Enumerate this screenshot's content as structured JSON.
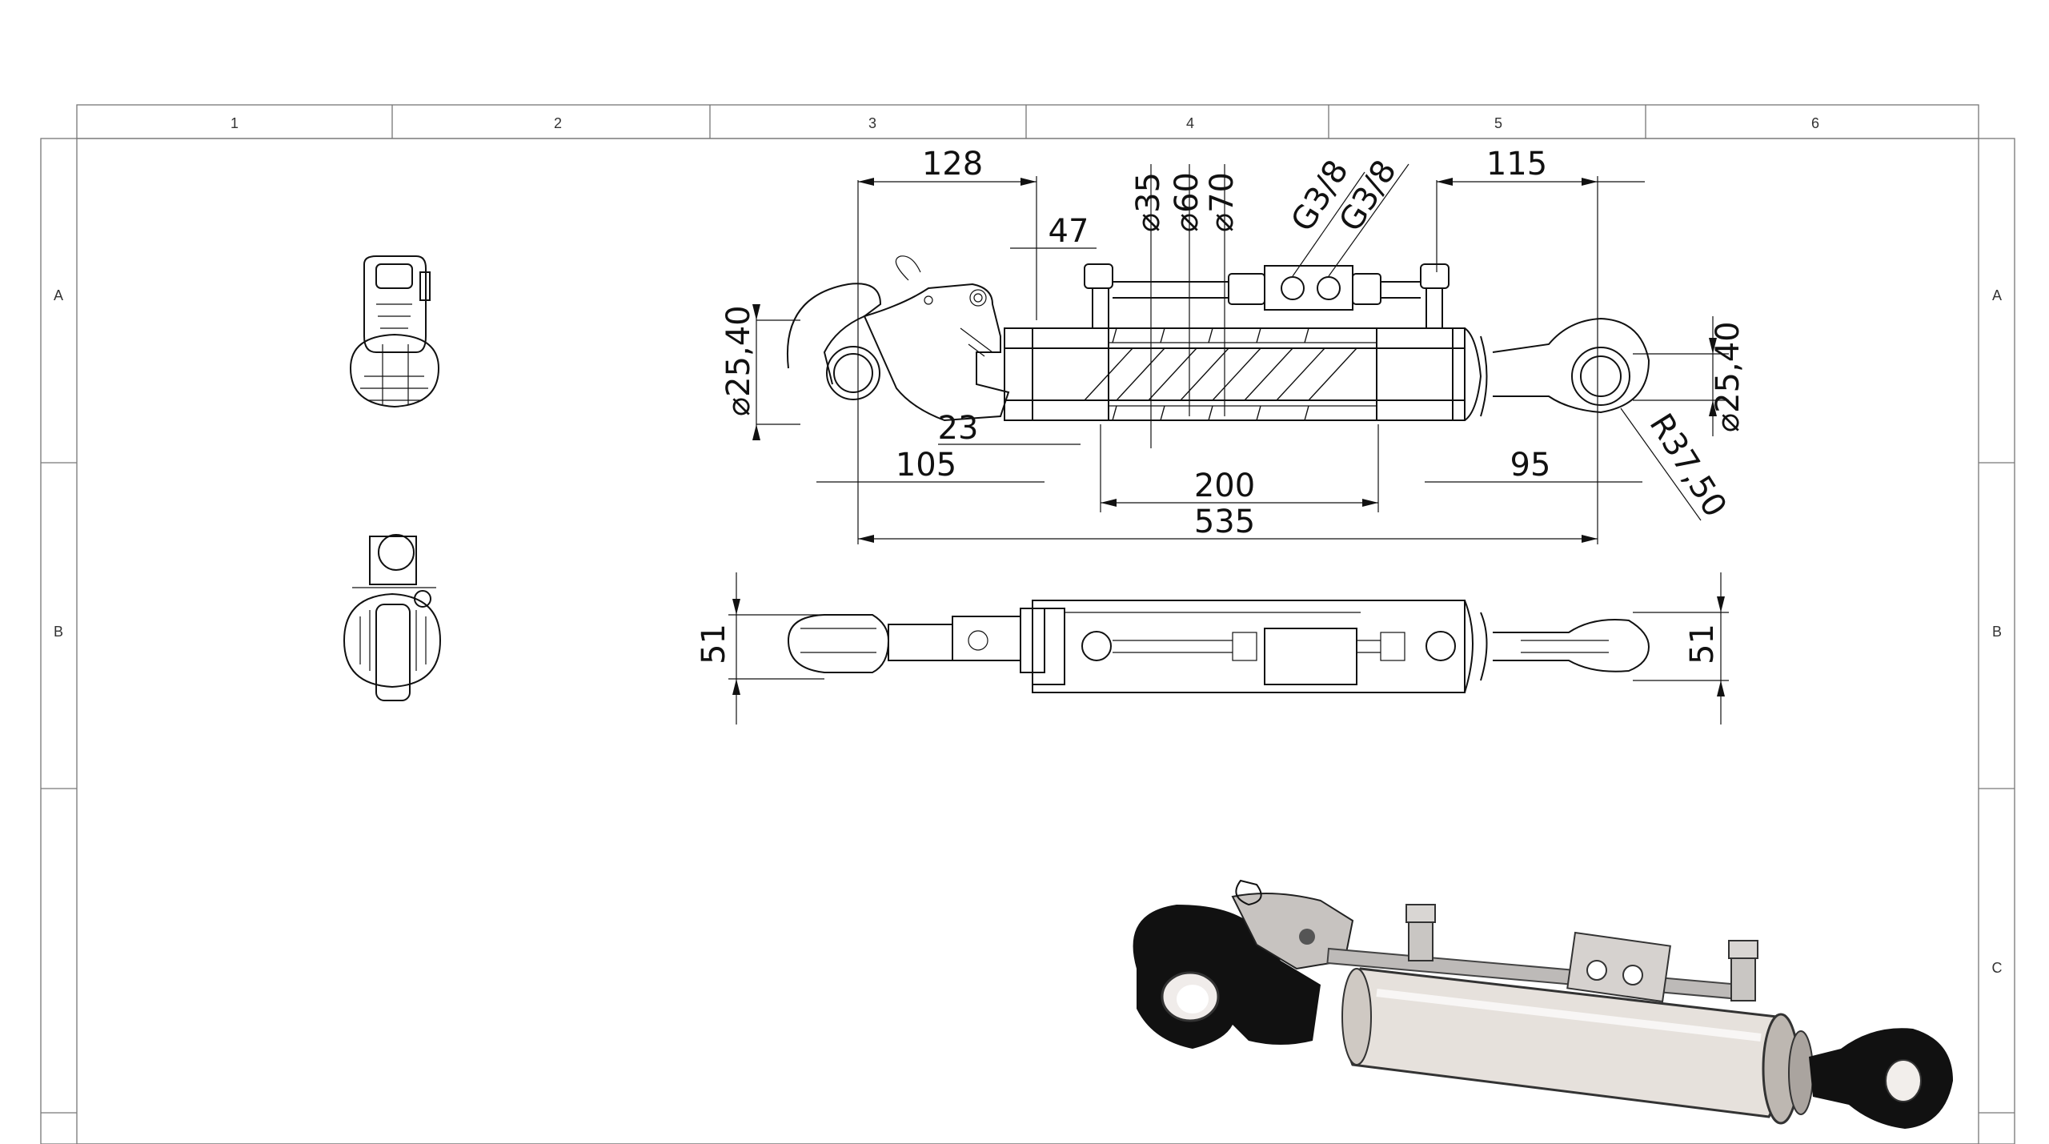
{
  "border": {
    "columns": [
      "1",
      "2",
      "3",
      "4",
      "5",
      "6"
    ],
    "rows_left": [
      "A",
      "B"
    ],
    "rows_right": [
      "A",
      "B",
      "C"
    ]
  },
  "dimensions": {
    "d128": "128",
    "d47": "47",
    "d35": "35",
    "d60": "60",
    "d70": "70",
    "g38a": "G3/8",
    "g38b": "G3/8",
    "d115": "115",
    "d2540_left": "25,40",
    "d2540_right": "25,40",
    "d23": "23",
    "d105": "105",
    "d200": "200",
    "d95": "95",
    "r3750": "R37,50",
    "d535": "535",
    "d51_left": "51",
    "d51_right": "51"
  }
}
